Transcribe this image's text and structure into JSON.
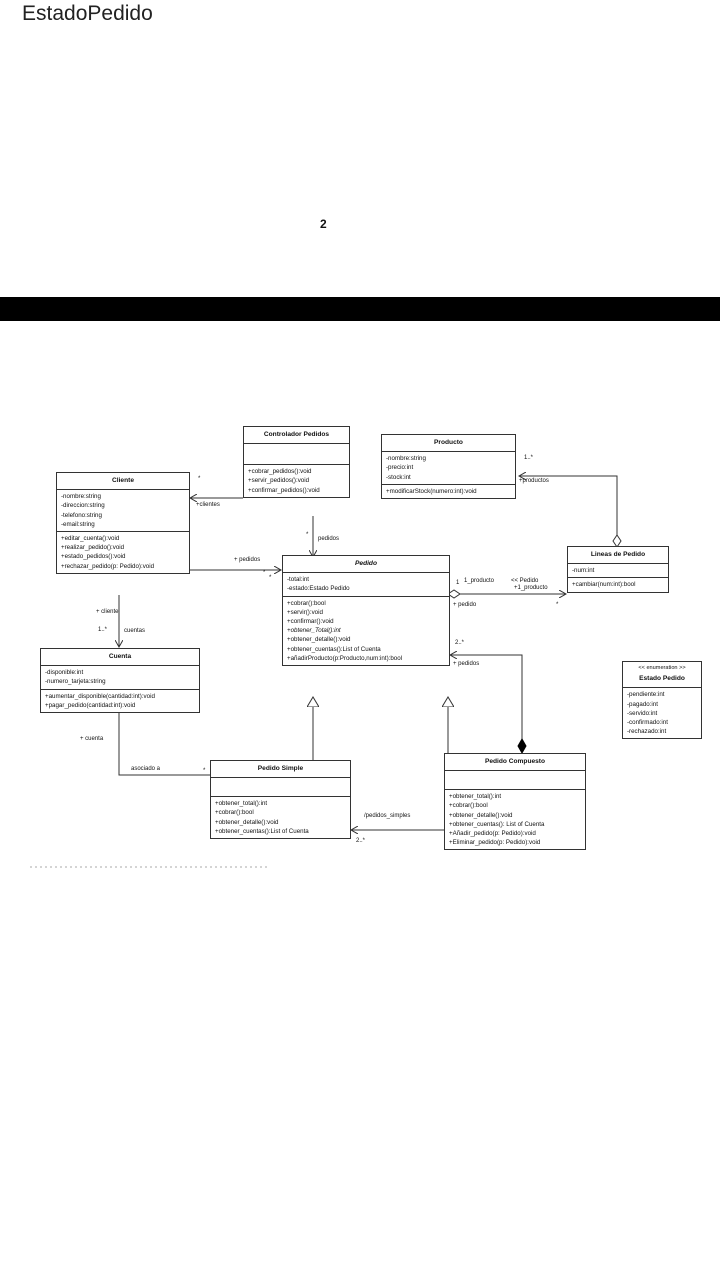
{
  "document": {
    "title": "EstadoPedido",
    "page_number": "2"
  },
  "diagram": {
    "controlador": {
      "name": "Controlador Pedidos",
      "methods": [
        "+cobrar_pedidos():void",
        "+servir_pedidos():void",
        "+confirmar_pedidos():void"
      ]
    },
    "producto": {
      "name": "Producto",
      "attributes": [
        "-nombre:string",
        "-precio:int",
        "-stock:int"
      ],
      "methods": [
        "+modificarStock(numero:int):void"
      ]
    },
    "cliente": {
      "name": "Cliente",
      "attributes": [
        "-nombre:string",
        "-direccion:string",
        "-telefono:string",
        "-email:string"
      ],
      "methods": [
        "+editar_cuenta():void",
        "+realizar_pedido():void",
        "+estado_pedidos():void",
        "+rechazar_pedido(p: Pedido):void"
      ]
    },
    "pedido": {
      "name": "Pedido",
      "attributes": [
        "-total:int",
        "-estado:Estado Pedido"
      ],
      "methods": [
        "+cobrar():bool",
        "+servir():void",
        "+confirmar():void",
        "+obtener_Total():int",
        "+obtener_detalle():void",
        "+obtener_cuentas():List of Cuenta",
        "+añadirProducto(p:Producto,num:int):bool"
      ]
    },
    "lineas": {
      "name": "Lineas de Pedido",
      "attributes": [
        "-num:int"
      ],
      "methods": [
        "+cambiar(num:int):bool"
      ]
    },
    "cuenta": {
      "name": "Cuenta",
      "attributes": [
        "-disponible:int",
        "-numero_tarjeta:string"
      ],
      "methods": [
        "+aumentar_disponible(cantidad:int):void",
        "+pagar_pedido(cantidad:int):void"
      ]
    },
    "estado": {
      "stereotype": "<< enumeration >>",
      "name": "Estado Pedido",
      "values": [
        "-pendiente:int",
        "-pagado:int",
        "-servido:int",
        "-confirmado:int",
        "-rechazado:int"
      ]
    },
    "simple": {
      "name": "Pedido Simple",
      "methods": [
        "+obtener_total():int",
        "+cobrar():bool",
        "+obtener_detalle():void",
        "+obtener_cuentas():List of Cuenta"
      ]
    },
    "compuesto": {
      "name": "Pedido Compuesto",
      "methods": [
        "+obtener_total():int",
        "+cobrar():bool",
        "+obtener_detalle():void",
        "+obtener_cuentas(): List of Cuenta",
        "+Añadir_pedido(p: Pedido):void",
        "+Eliminar_pedido(p: Pedido):void"
      ]
    },
    "labels": {
      "clientes": "+clientes",
      "star1": "*",
      "pedidos_ctrl": "pedidos",
      "star2": "*",
      "pedidos_cli": "+ pedidos",
      "star3": "*",
      "star4": "*",
      "mult_1star": "1..*",
      "productos": "+productos",
      "uno": "1",
      "producto_role": "1_producto",
      "pedido_stereo": "<< Pedido",
      "producto_role2": "+1_producto",
      "pedido_role": "+ pedido",
      "star5": "*",
      "cliente_role": "+ cliente",
      "mult_cuentas": "1..*",
      "cuentas": "cuentas",
      "mult_2star": "2..*",
      "pedidos_comp": "+ pedidos",
      "cuenta_role": "+ cuenta",
      "asociado": "asociado a",
      "star6": "*",
      "pedidos_simples": "/pedidos_simples",
      "mult_2star_b": "2..*"
    }
  }
}
